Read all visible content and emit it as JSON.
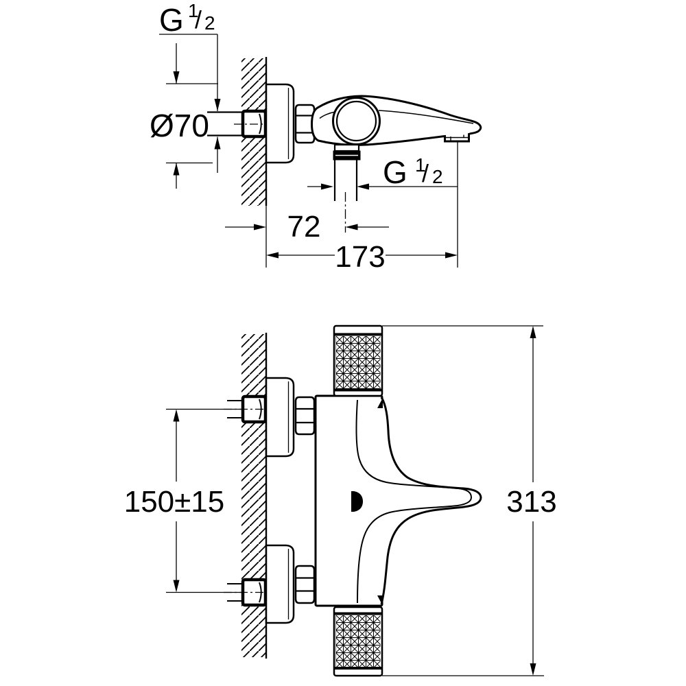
{
  "page": {
    "background": "#ffffff",
    "ink": "#000000",
    "kind": "technical dimensional drawing of wall-mounted thermostatic bath mixer"
  },
  "views": {
    "top_view": {
      "thread_wall_union": {
        "base": "G",
        "sup": "1",
        "slash": "/",
        "sub": "2"
      },
      "escutcheon_diameter": "Ø70",
      "shower_outlet_thread": {
        "base": "G",
        "sup": "1",
        "slash": "/",
        "sub": "2"
      },
      "wall_to_shower_outlet": "72",
      "wall_to_spout_outlet": "173"
    },
    "front_view": {
      "inlet_center_distance": "150±15",
      "overall_height": "313"
    }
  }
}
